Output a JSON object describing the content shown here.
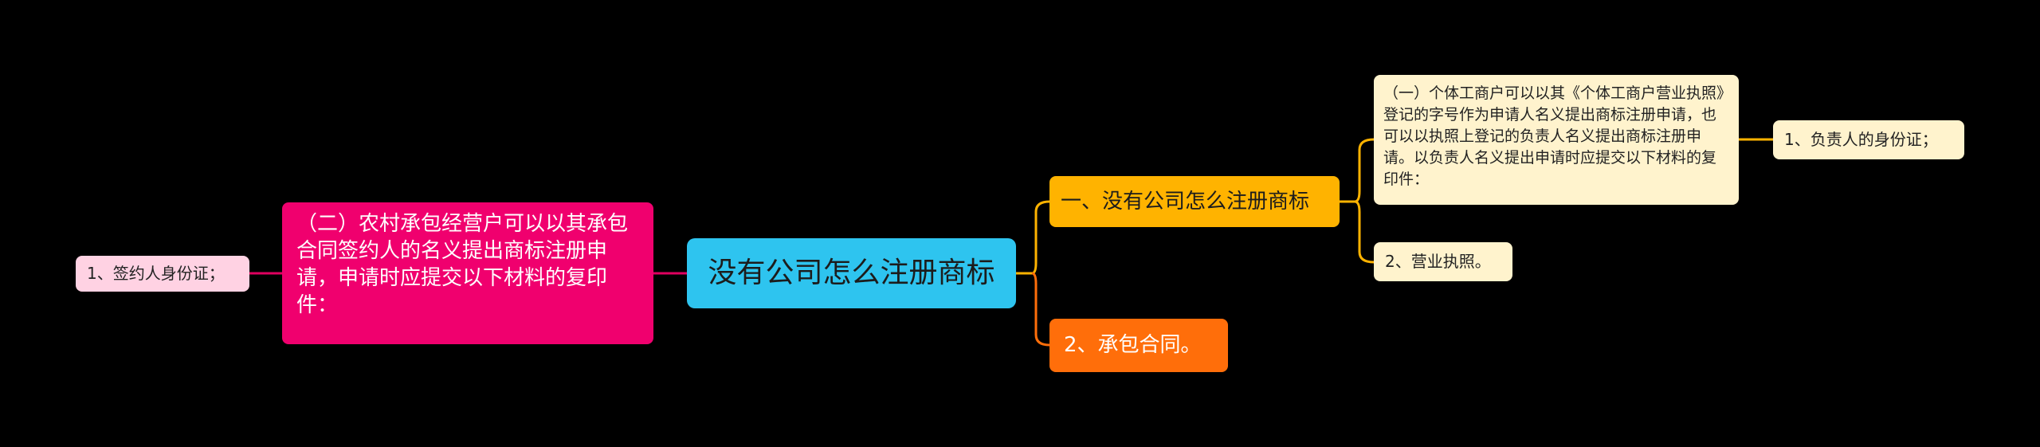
{
  "root": {
    "label": "没有公司怎么注册商标",
    "color": "#2ec4ef"
  },
  "left_branch": {
    "label": "（二）农村承包经营户可以以其承包合同签约人的名义提出商标注册申请，申请时应提交以下材料的复印件：",
    "color": "#f0006e",
    "children": [
      {
        "label": "1、签约人身份证；",
        "color": "#ffd2e3"
      }
    ]
  },
  "right_branches": [
    {
      "label": "一、没有公司怎么注册商标",
      "color": "#ffb300",
      "children": [
        {
          "label": "（一）个体工商户可以以其《个体工商户营业执照》登记的字号作为申请人名义提出商标注册申请，也可以以执照上登记的负责人名义提出商标注册申请。以负责人名义提出申请时应提交以下材料的复印件：",
          "color": "#fff3cd",
          "children": [
            {
              "label": "1、负责人的身份证；",
              "color": "#fff3cd"
            }
          ]
        },
        {
          "label": "2、营业执照。",
          "color": "#fff3cd"
        }
      ]
    },
    {
      "label": "2、承包合同。",
      "color": "#ff6e0a"
    }
  ],
  "connector_colors": {
    "left": "#e0005f",
    "right_upper": "#ffb300",
    "right_lower": "#ff6e0a"
  }
}
